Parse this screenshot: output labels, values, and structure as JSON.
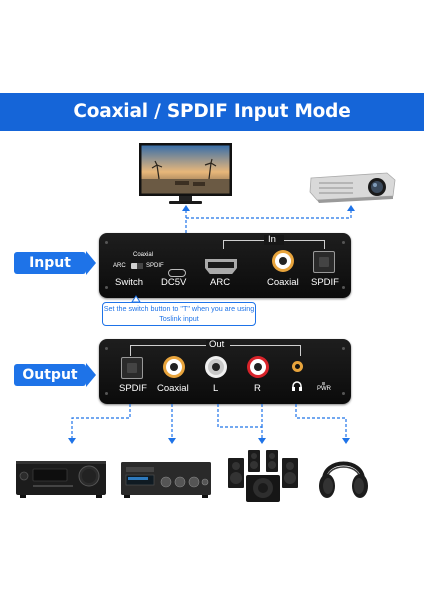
{
  "banner": {
    "title": "Coaxial / SPDIF Input Mode",
    "color": "#1565d8"
  },
  "labels": {
    "input": "Input",
    "output": "Output",
    "pill_color": "#1e73e8"
  },
  "input_device": {
    "switch_top": "Coaxial",
    "switch_left": "ARC",
    "switch_right": "SPDIF",
    "switch_label": "Switch",
    "power_label": "DC5V",
    "in_label": "In",
    "arc_label": "ARC",
    "coaxial_label": "Coaxial",
    "spdif_label": "SPDIF"
  },
  "note": {
    "text": "Set the switch button to \"T\" when you are using Toslink input"
  },
  "output_device": {
    "out_label": "Out",
    "spdif_label": "SPDIF",
    "coaxial_label": "Coaxial",
    "left_label": "L",
    "right_label": "R",
    "pwr_label": "PWR"
  },
  "sources": [
    "tv",
    "projector"
  ],
  "outputs": [
    "av-receiver",
    "amplifier",
    "speakers",
    "headphones"
  ]
}
